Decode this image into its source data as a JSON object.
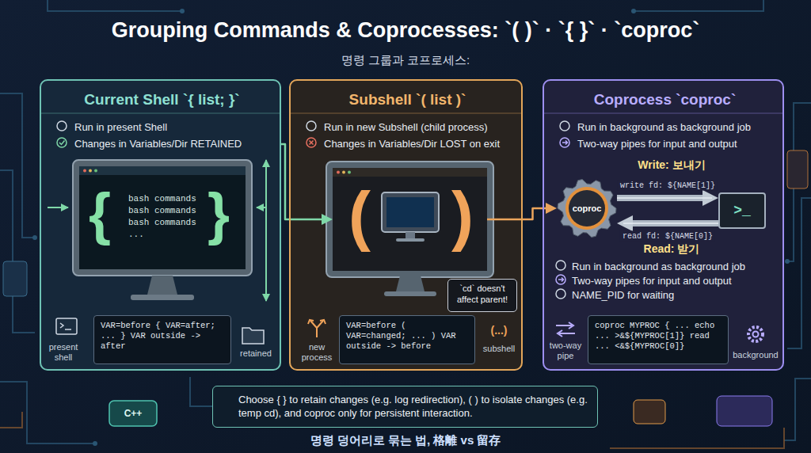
{
  "diagram": {
    "title": "Grouping Commands & Coprocesses: `( )` · `{ }` · `coproc`",
    "caption": "명령 덩어리로 묶는 법, 格離 vs 留存",
    "nodes": [
      {
        "text": [
          "Current Shell `{ list; }`",
          "Run in present Shell",
          "Changes in Variables/Dir RETAINED"
        ]
      },
      {
        "text": [
          "{",
          "bash commands bash commands bash commands ...",
          "}"
        ],
        "in": 0
      },
      {
        "text": [
          "VAR=before { VAR=after; ... } VAR outside -> after"
        ],
        "in": 0
      },
      {
        "text": [
          "Subshell `( list )`",
          "Run in new Subshell (child process)",
          "Changes in Variables/Dir LOST on exit"
        ]
      },
      {
        "text": [
          "(",
          ")"
        ],
        "in": 3
      },
      {
        "text": [
          "`cd` doesn't affect parent!"
        ],
        "in": 3
      },
      {
        "text": [
          "VAR=before ( VAR=changed; ... ) VAR outside -> before"
        ],
        "in": 3
      },
      {
        "text": [
          "Coprocess `coproc`",
          "Run in background as background job",
          "Two-way pipes for input and output",
          "Run in background as background job",
          "Two-way pipes for input and output",
          "NAME_PID for waiting"
        ]
      },
      {
        "text": [
          "coproc"
        ],
        "in": 7
      },
      {
        "text": [
          ">_"
        ],
        "in": 7
      },
      {
        "text": [
          "coproc MYPROC { ... echo ... >&${MYPROC[1]} read ... <&${MYPROC[0]}"
        ],
        "in": 7
      },
      {
        "text": [
          "Choose { } to retain changes (e.g. log redirection), ( ) to isolate changes (e.g. temp cd), and coproc only for persistent interaction."
        ]
      }
    ],
    "edges": [
      {
        "from": 0,
        "to": 4,
        "arrow": "to"
      },
      {
        "from": 4,
        "to": 8,
        "arrow": "to"
      },
      {
        "from": 8,
        "to": 9,
        "label": "write fd: ${NAME[1]}",
        "arrow": "to"
      },
      {
        "from": 9,
        "to": 8,
        "label": "read fd: ${NAME[0]}",
        "arrow": "to"
      }
    ],
    "labels": [
      "명령 그룹과 코프로세스:",
      "present shell",
      "retained",
      "new process",
      "(...)",
      "subshell",
      "Write: 보내기",
      "Read: 받기",
      "two-way pipe",
      "background",
      "C++"
    ]
  }
}
